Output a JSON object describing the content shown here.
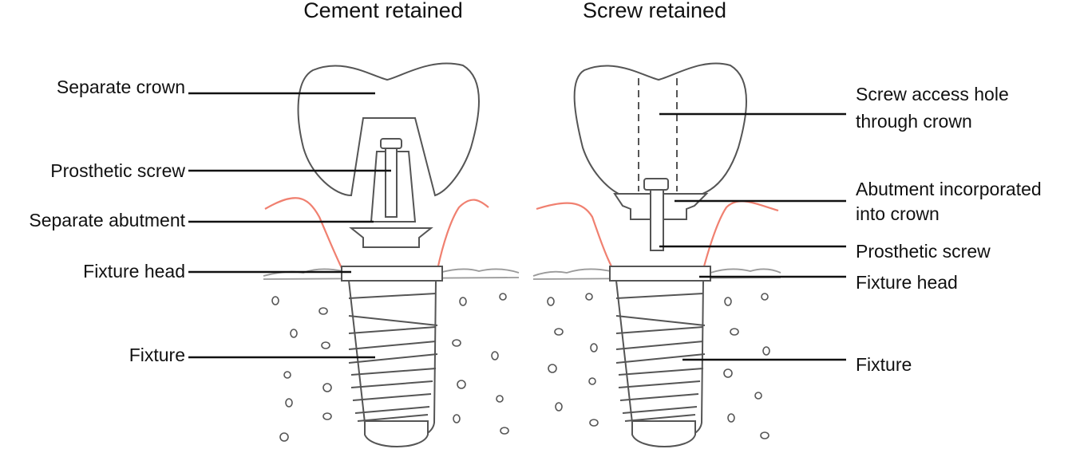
{
  "headings": {
    "cement": "Cement retained",
    "screw": "Screw retained"
  },
  "cement_labels": {
    "separate_crown": "Separate crown",
    "prosthetic_screw": "Prosthetic screw",
    "separate_abutment": "Separate abutment",
    "fixture_head": "Fixture head",
    "fixture": "Fixture"
  },
  "screw_labels": {
    "access_hole_line1": "Screw access hole",
    "access_hole_line2": "through crown",
    "abutment_line1": "Abutment incorporated",
    "abutment_line2": "into crown",
    "prosthetic_screw": "Prosthetic screw",
    "fixture_head": "Fixture head",
    "fixture": "Fixture"
  },
  "colors": {
    "gum": "#f08070",
    "outline": "#555555",
    "leader": "#111111"
  }
}
